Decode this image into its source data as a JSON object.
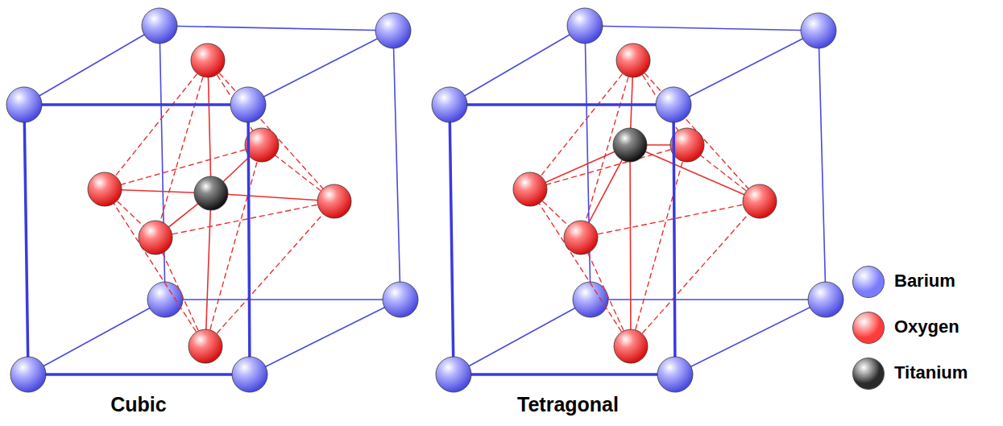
{
  "diagram": {
    "labels": [
      "Cubic",
      "Tetragonal"
    ],
    "legend": [
      {
        "text": "Barium",
        "color": "#7b7bff"
      },
      {
        "text": "Oxygen",
        "color": "#ff3b3b"
      },
      {
        "text": "Titanium",
        "color": "#2a2a2a"
      }
    ]
  }
}
